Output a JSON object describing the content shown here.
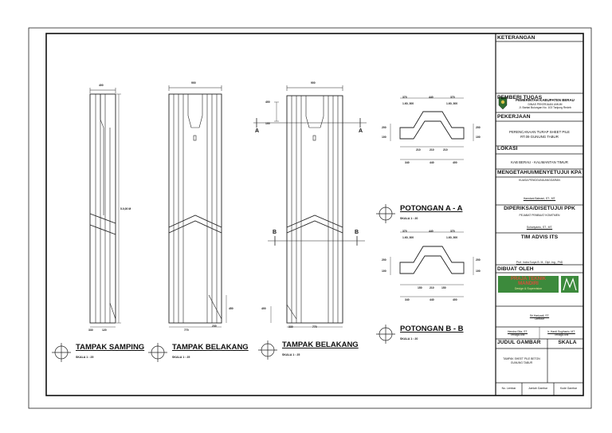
{
  "views": [
    {
      "title": "TAMPAK SAMPING",
      "scale": "SKALA 1 : 25"
    },
    {
      "title": "TAMPAK BELAKANG",
      "scale": "SKALA 1 : 25"
    },
    {
      "title": "TAMPAK BELAKANG",
      "scale": "SKALA 1 : 25"
    }
  ],
  "sections": [
    {
      "title": "POTONGAN  A - A",
      "scale": "SKALA 1 : 20"
    },
    {
      "title": "POTONGAN  B - B",
      "scale": "SKALA 1 : 20"
    }
  ],
  "section_marks": {
    "a": "A",
    "b": "B"
  },
  "dims": {
    "side_top": "400",
    "side_length": "5.0,00 M",
    "side_bottom_left": "330",
    "side_bottom_right": "120",
    "back1_top": "900",
    "back1_bottom_left": "770",
    "back1_bottom_right": "230",
    "back1_height": "450",
    "back2_top": "900",
    "back2_left_top": "400",
    "back2_left_mid": "100",
    "back2_left_low": "400",
    "back2_bottom_left": "330",
    "back2_bottom_right": "770",
    "aa_top": [
      "370",
      "440",
      "370"
    ],
    "aa_sub_left": "1.60, 300",
    "aa_sub_right": "1.60, 300",
    "aa_side_left": [
      "200",
      "100"
    ],
    "aa_side_right": [
      "200",
      "100"
    ],
    "aa_bottom_inner": [
      "210",
      "210",
      "210"
    ],
    "aa_bottom": [
      "340",
      "440",
      "400"
    ],
    "bb_top": [
      "370",
      "440",
      "370"
    ],
    "bb_sub_left": "1.60, 300",
    "bb_sub_right": "1.60, 300",
    "bb_side_left": [
      "200",
      "100"
    ],
    "bb_side_right": [
      "200",
      "100"
    ],
    "bb_bottom_inner": [
      "150",
      "210",
      "150"
    ],
    "bb_bottom": [
      "340",
      "440",
      "400"
    ]
  },
  "title_block": {
    "keterangan": "KETERANGAN",
    "pemberi_tugas": "PEMBERI TUGAS",
    "pemberi_name": "PEMERINTAH KABUPATEN BERAU",
    "pemberi_dept": "DINAS PEKERJAAN UMUM",
    "pemberi_addr": "Jl. Bantai Bulungan No. 103 Tanjung Redeb",
    "pekerjaan": "PEKERJAAN",
    "pekerjaan_line1": "PERENCANAAN TURAP SHEET PILE",
    "pekerjaan_line2": "RT.09 GUNUNG TABUR",
    "lokasi": "LOKASI",
    "lokasi_value": "KAB BERAU - KALIMANTAN TIMUR",
    "mengetahui": "MENGETAHUI/MENYETUJUI KPA",
    "kpa_role": "KUASA PENGGUNA ANGGARAN",
    "kpa_name": "Hamdani Bahrani, ST., MT.",
    "diperiksa": "DIPERIKSA/DISETUJUI PPK",
    "ppk_role": "PEJABAT PEMBUAT KOMITMEN",
    "ppk_name": "Suhariyanto, ST., MT.",
    "tim": "TIM ADVIS ITS",
    "tim_names": "Prof. Indra Surya B. M., Dipl.-Ing., PhD",
    "dibuat_oleh": "DIBUAT OLEH",
    "company_line1": "PRAJA TEKNIK",
    "company_line2": "MANDIRI",
    "company_line3": "Design & Supervision",
    "company_director": "Sri Hariyadi, ST.",
    "company_director_role": "Direktur",
    "sign_left_name": "Hendra Gita, ST.",
    "sign_left_role": "Tenaga Ahli",
    "sign_right_name": "Ir. Hardi Sugiharto, MT.",
    "sign_right_role": "Tenaga Ahli",
    "judul_gambar": "JUDUL GAMBAR",
    "skala": "SKALA",
    "judul_line1": "TAMPAK SHEET PILE BETON",
    "judul_line2": "GUNUNG TABUR",
    "footer": [
      "No. Lembar",
      "Jumlah Gambar",
      "Kode Gambar"
    ]
  }
}
